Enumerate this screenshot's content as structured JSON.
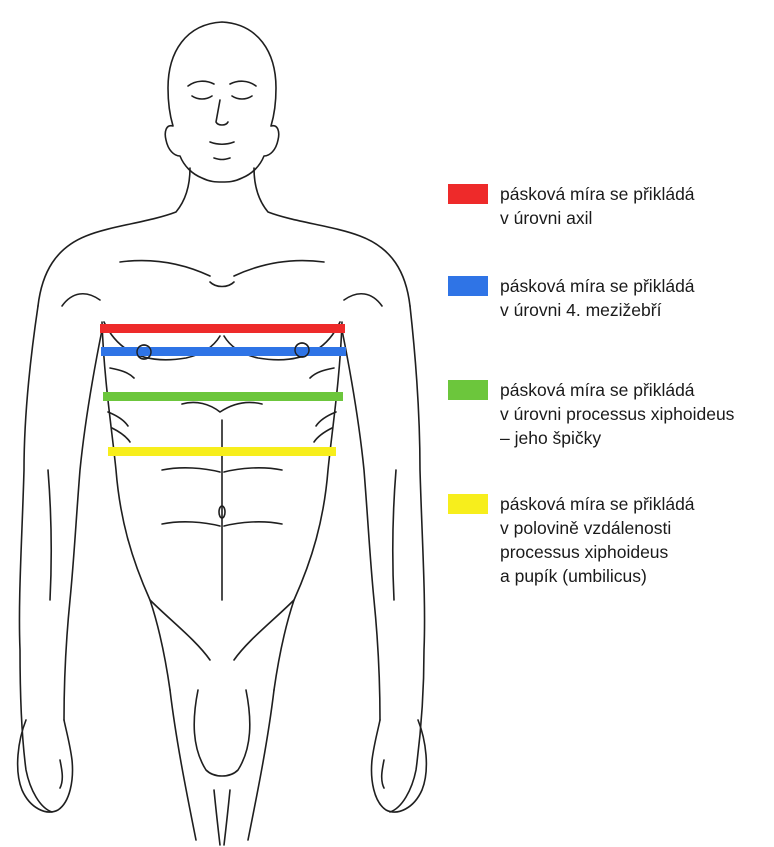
{
  "colors": {
    "red": "#ee2a2a",
    "blue": "#2f74e6",
    "green": "#6cc63c",
    "yellow": "#f7ee1c",
    "outline": "#1f1f1f"
  },
  "legend": [
    {
      "color": "#ee2a2a",
      "color_name": "red",
      "lines": [
        "pásková míra se přikládá",
        "v úrovni axil"
      ]
    },
    {
      "color": "#2f74e6",
      "color_name": "blue",
      "lines": [
        "pásková míra se přikládá",
        "v úrovni 4. mezižebří"
      ]
    },
    {
      "color": "#6cc63c",
      "color_name": "green",
      "lines": [
        "pásková míra se přikládá",
        "v úrovni processus xiphoideus",
        "– jeho špičky"
      ]
    },
    {
      "color": "#f7ee1c",
      "color_name": "yellow",
      "lines": [
        "pásková míra se přikládá",
        "v polovině vzdálenosti",
        "processus xiphoideus",
        "a pupík (umbilicus)"
      ]
    }
  ]
}
